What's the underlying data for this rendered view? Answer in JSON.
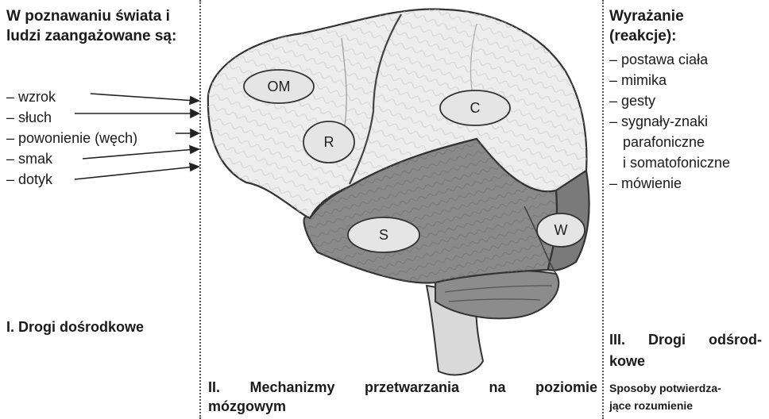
{
  "left": {
    "heading": "W poznawaniu świata i ludzi zaangażowane są:",
    "senses": [
      "– wzrok",
      "– słuch",
      "– powonienie (węch)",
      "– smak",
      "– dotyk"
    ],
    "footer": "I. Drogi dośrodkowe"
  },
  "center": {
    "regions": [
      "OM",
      "R",
      "C",
      "S",
      "W"
    ],
    "footer_line1": "II. Mechanizmy przetwarzania na poziomie",
    "footer_line2": "mózgowym"
  },
  "right": {
    "heading_line1": "Wyrażanie",
    "heading_line2": "(reakcje):",
    "items": [
      "– postawa ciała",
      "– mimika",
      "– gesty",
      "– sygnały-znaki",
      "parafoniczne",
      "i somatofoniczne",
      "– mówienie"
    ],
    "footer_line1": "III. Drogi odśrod-",
    "footer_line2": "kowe",
    "footer_line3": "Sposoby potwierdza-",
    "footer_line4": "jące rozumienie"
  }
}
